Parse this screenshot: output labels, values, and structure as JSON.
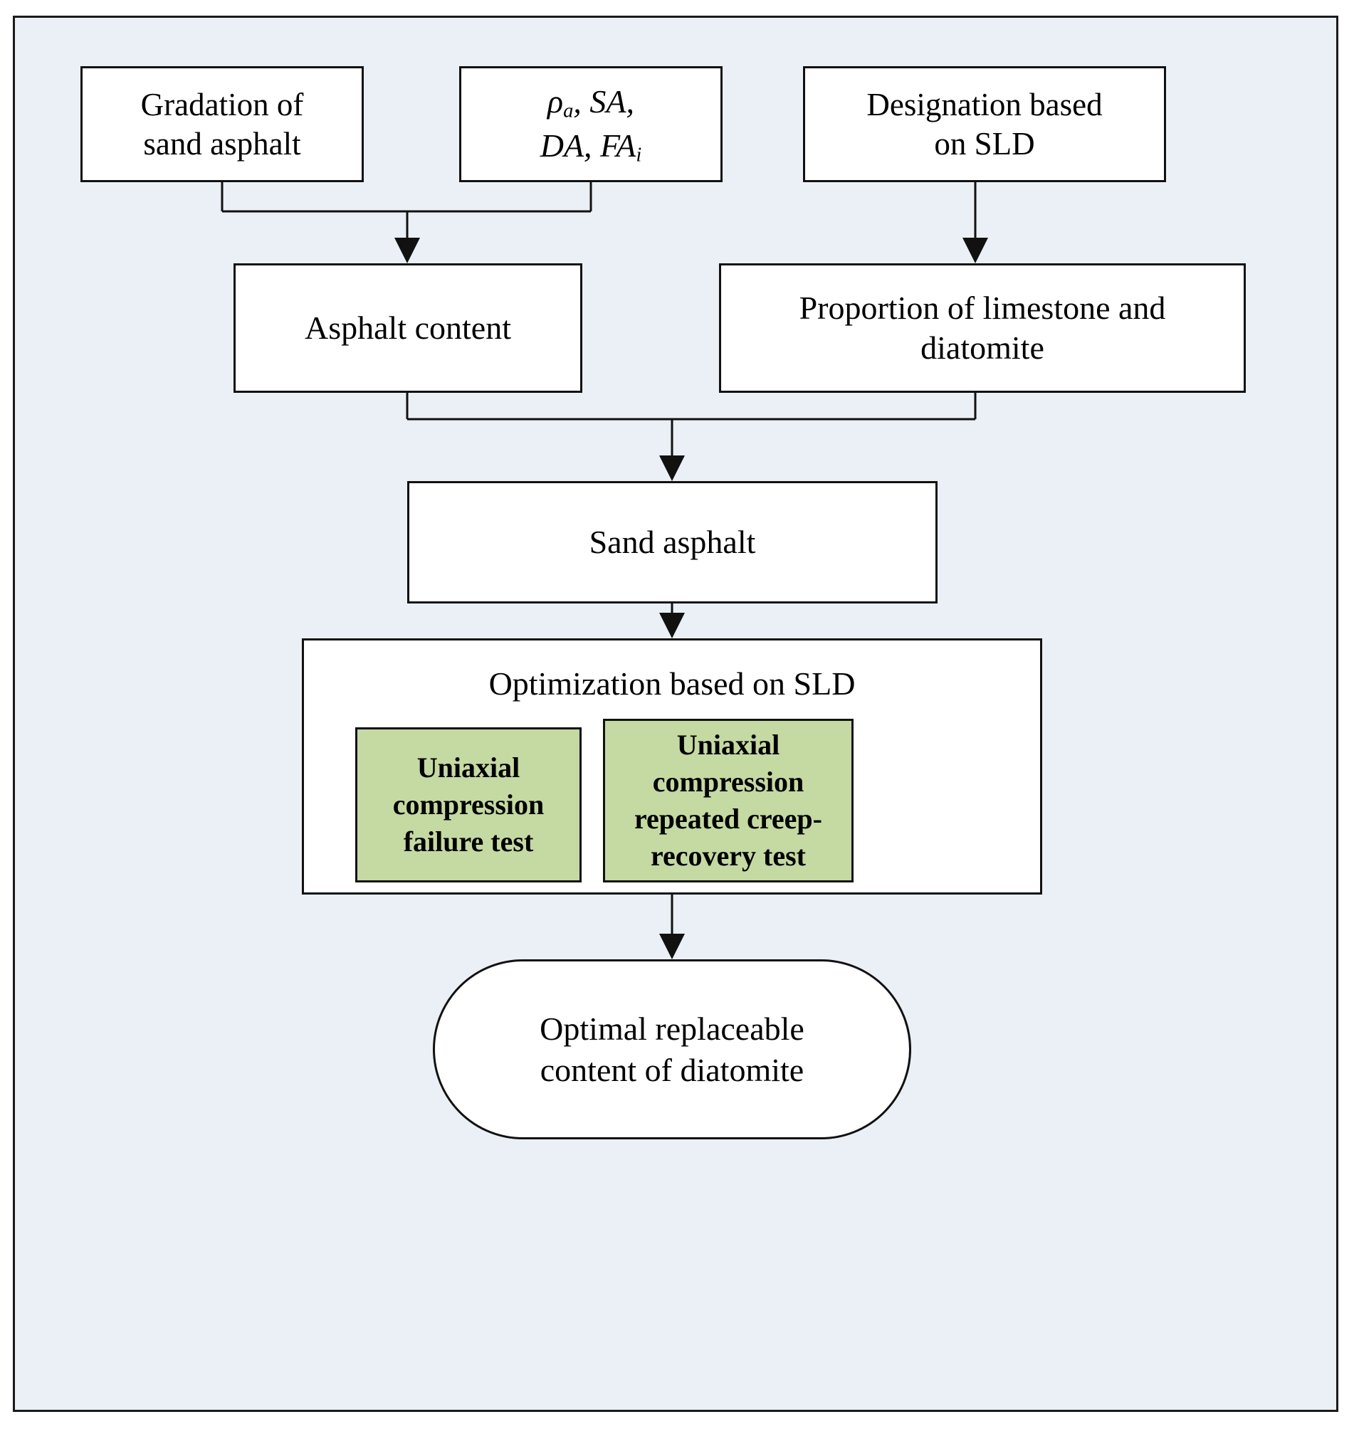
{
  "diagram": {
    "title": "Sand asphalt diatomite optimization flowchart",
    "background_color": "#eaf0f5",
    "frame_border_color": "#1b1b1b",
    "accent_green": "#c5d9a2",
    "node_fill": "#ffffff",
    "line_color": "#111111"
  },
  "nodes": {
    "gradation": {
      "label": "Gradation of\nsand asphalt"
    },
    "params": {
      "label": "ρa, SA,\nDA, FAi",
      "line1_symbol": "ρ",
      "line1_subscript": "a",
      "line1_rest": ", SA,",
      "line2_pre": "DA, FA",
      "line2_subscript": "i"
    },
    "designation": {
      "label": "Designation based\non SLD"
    },
    "asphalt_content": {
      "label": "Asphalt content"
    },
    "proportion": {
      "label": "Proportion of limestone and\ndiatomite"
    },
    "sand_asphalt": {
      "label": "Sand asphalt"
    },
    "optimization": {
      "title": "Optimization based on SLD"
    },
    "test_failure": {
      "label": "Uniaxial\ncompression\nfailure test"
    },
    "test_creep": {
      "label": "Uniaxial\ncompression\nrepeated creep-\nrecovery test"
    },
    "result": {
      "label": "Optimal replaceable\ncontent of diatomite"
    }
  },
  "edges": [
    {
      "from": "gradation",
      "to": "asphalt_content",
      "style": "elbow-merge-arrow"
    },
    {
      "from": "params",
      "to": "asphalt_content",
      "style": "elbow-merge-arrow"
    },
    {
      "from": "designation",
      "to": "proportion",
      "style": "straight-arrow"
    },
    {
      "from": "asphalt_content",
      "to": "sand_asphalt",
      "style": "elbow-merge-arrow"
    },
    {
      "from": "proportion",
      "to": "sand_asphalt",
      "style": "elbow-merge-arrow"
    },
    {
      "from": "sand_asphalt",
      "to": "optimization",
      "style": "straight-arrow"
    },
    {
      "from": "optimization",
      "to": "result",
      "style": "straight-arrow"
    }
  ]
}
